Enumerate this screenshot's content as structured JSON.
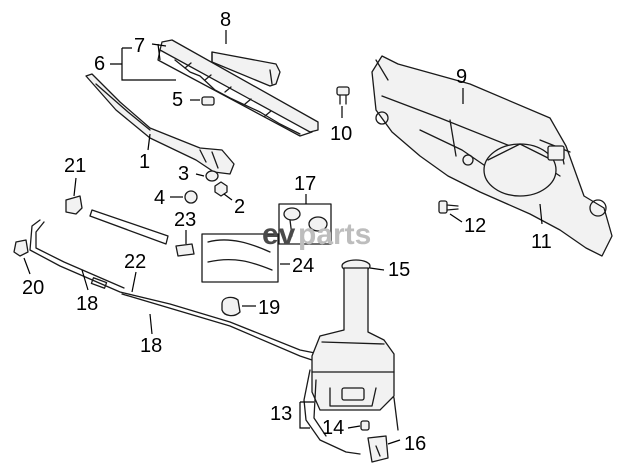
{
  "watermark": {
    "prefix": "ev",
    "suffix": "parts"
  },
  "callouts": {
    "c1": "1",
    "c2": "2",
    "c3": "3",
    "c4": "4",
    "c5": "5",
    "c6": "6",
    "c7": "7",
    "c8": "8",
    "c9": "9",
    "c10": "10",
    "c11": "11",
    "c12": "12",
    "c13": "13",
    "c14": "14",
    "c15": "15",
    "c16": "16",
    "c17": "17",
    "c18a": "18",
    "c18b": "18",
    "c19": "19",
    "c20": "20",
    "c21": "21",
    "c22": "22",
    "c23": "23",
    "c24": "24"
  }
}
